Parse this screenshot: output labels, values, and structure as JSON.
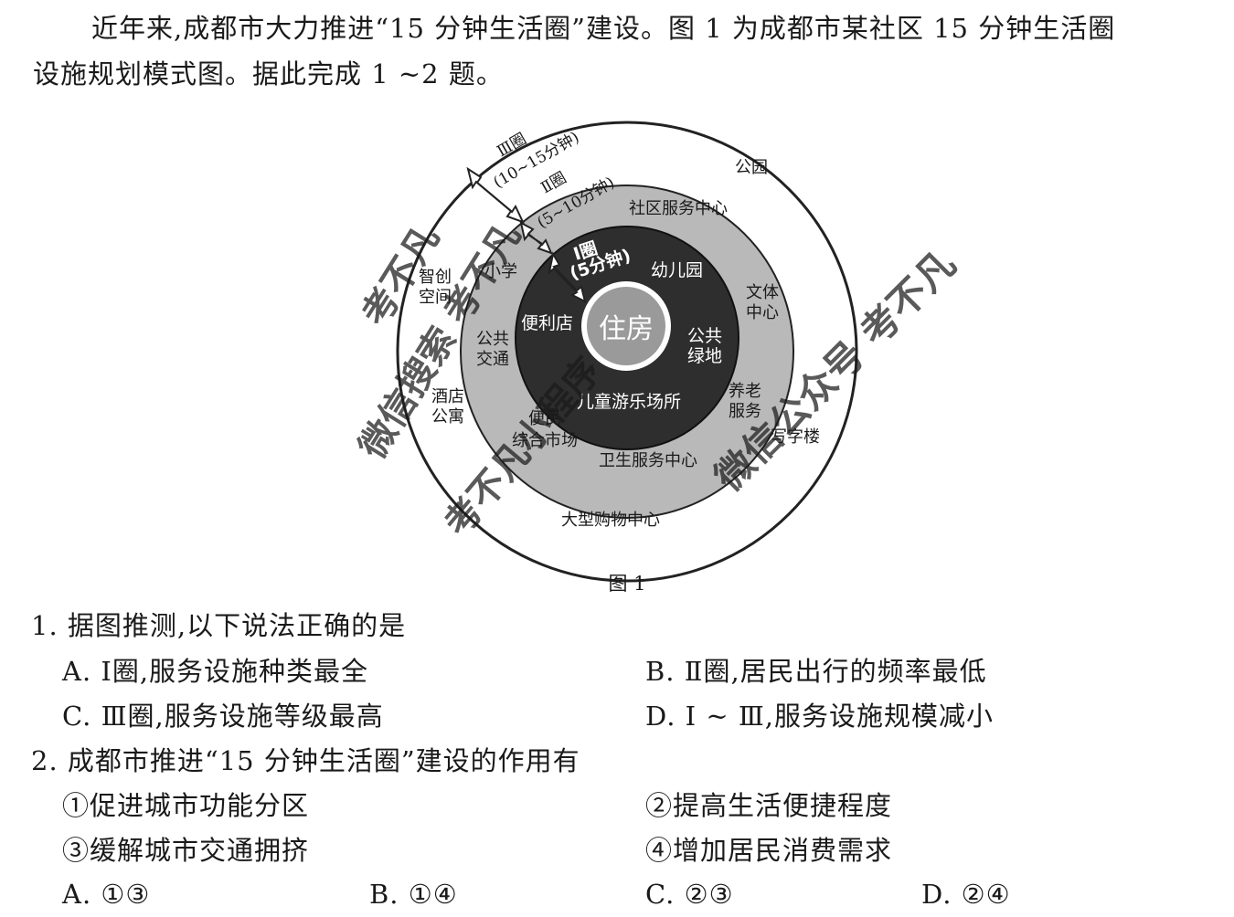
{
  "intro": {
    "line1": "近年来,成都市大力推进“15 分钟生活圈”建设。图 1 为成都市某社区 15 分钟生活圈",
    "line2": "设施规划模式图。据此完成 1 ~2 题。"
  },
  "figure": {
    "caption": "图 1",
    "rings": {
      "ring3_name": "Ⅲ圈",
      "ring3_time": "(10~15分钟)",
      "ring2_name": "Ⅱ圈",
      "ring2_time": "(5~10分钟)",
      "ring1_name": "Ⅰ圈",
      "ring1_time": "(5分钟)",
      "center": "住房"
    },
    "ring1_facilities": {
      "kindergarten": "幼儿园",
      "store": "便利店",
      "green_1": "公共",
      "green_2": "绿地",
      "playground": "儿童游乐场所"
    },
    "ring2_facilities": {
      "community_center": "社区服务中心",
      "school": "小学",
      "culture_1": "文体",
      "culture_2": "中心",
      "transit_1": "公共",
      "transit_2": "交通",
      "elderly_1": "养老",
      "elderly_2": "服务",
      "market_1": "便民",
      "market_2": "综合市场",
      "health_center": "卫生服务中心"
    },
    "ring3_facilities": {
      "park": "公园",
      "innovation_1": "智创",
      "innovation_2": "空间",
      "hotel_1": "酒店",
      "hotel_2": "公寓",
      "office": "写字楼",
      "mall": "大型购物中心"
    },
    "colors": {
      "ring3_fill": "#ffffff",
      "ring2_fill": "#b9b9b9",
      "ring1_fill": "#2e2e2e",
      "center_fill": "#9a9a9a"
    }
  },
  "questions": {
    "q1": {
      "stem": "1. 据图推测,以下说法正确的是",
      "A": "A. Ⅰ圈,服务设施种类最全",
      "B": "B. Ⅱ圈,居民出行的频率最低",
      "C": "C. Ⅲ圈,服务设施等级最高",
      "D": "D. Ⅰ ~ Ⅲ,服务设施规模减小"
    },
    "q2": {
      "stem": "2. 成都市推进“15 分钟生活圈”建设的作用有",
      "s1": "①促进城市功能分区",
      "s2": "②提高生活便捷程度",
      "s3": "③缓解城市交通拥挤",
      "s4": "④增加居民消费需求",
      "A": "A. ①③",
      "B": "B. ①④",
      "C": "C. ②③",
      "D": "D. ②④"
    }
  },
  "watermarks": {
    "w1": "考不凡",
    "w2": "微信搜索 考不凡",
    "w3": "考不凡小程序",
    "w4": "微信公众号 考不凡"
  }
}
